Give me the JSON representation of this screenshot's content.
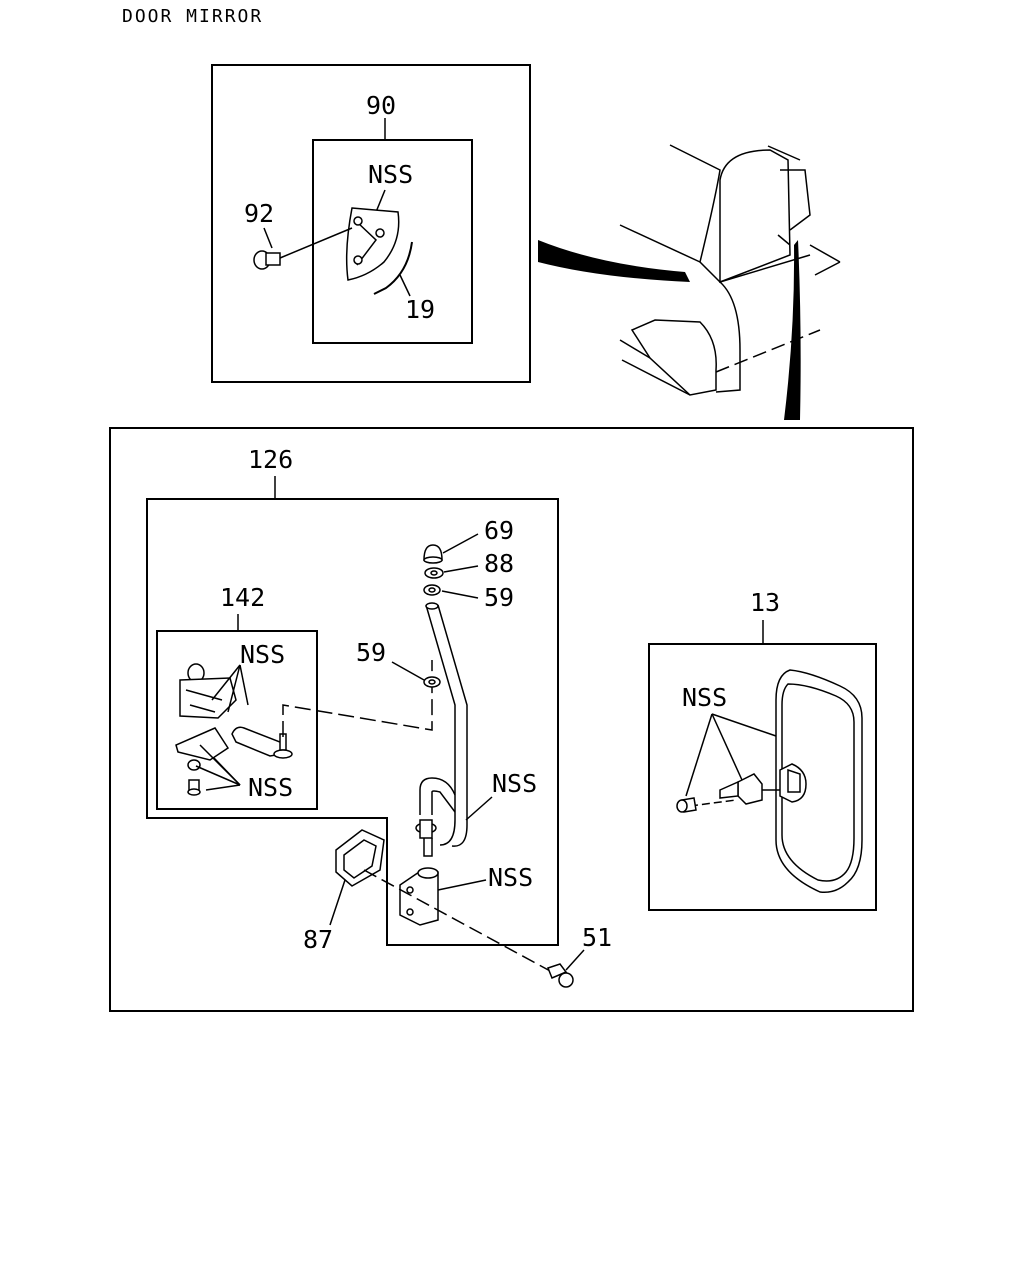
{
  "title": "DOOR MIRROR",
  "callouts": {
    "c90": "90",
    "c92": "92",
    "c19": "19",
    "nss_bracket": "NSS",
    "c126": "126",
    "c69": "69",
    "c88": "88",
    "c59_top": "59",
    "c142": "142",
    "c59_mid": "59",
    "nss_142_top": "NSS",
    "nss_142_bottom": "NSS",
    "nss_arm": "NSS",
    "nss_base": "NSS",
    "c87": "87",
    "c51": "51",
    "c13": "13",
    "nss_mirror": "NSS"
  }
}
